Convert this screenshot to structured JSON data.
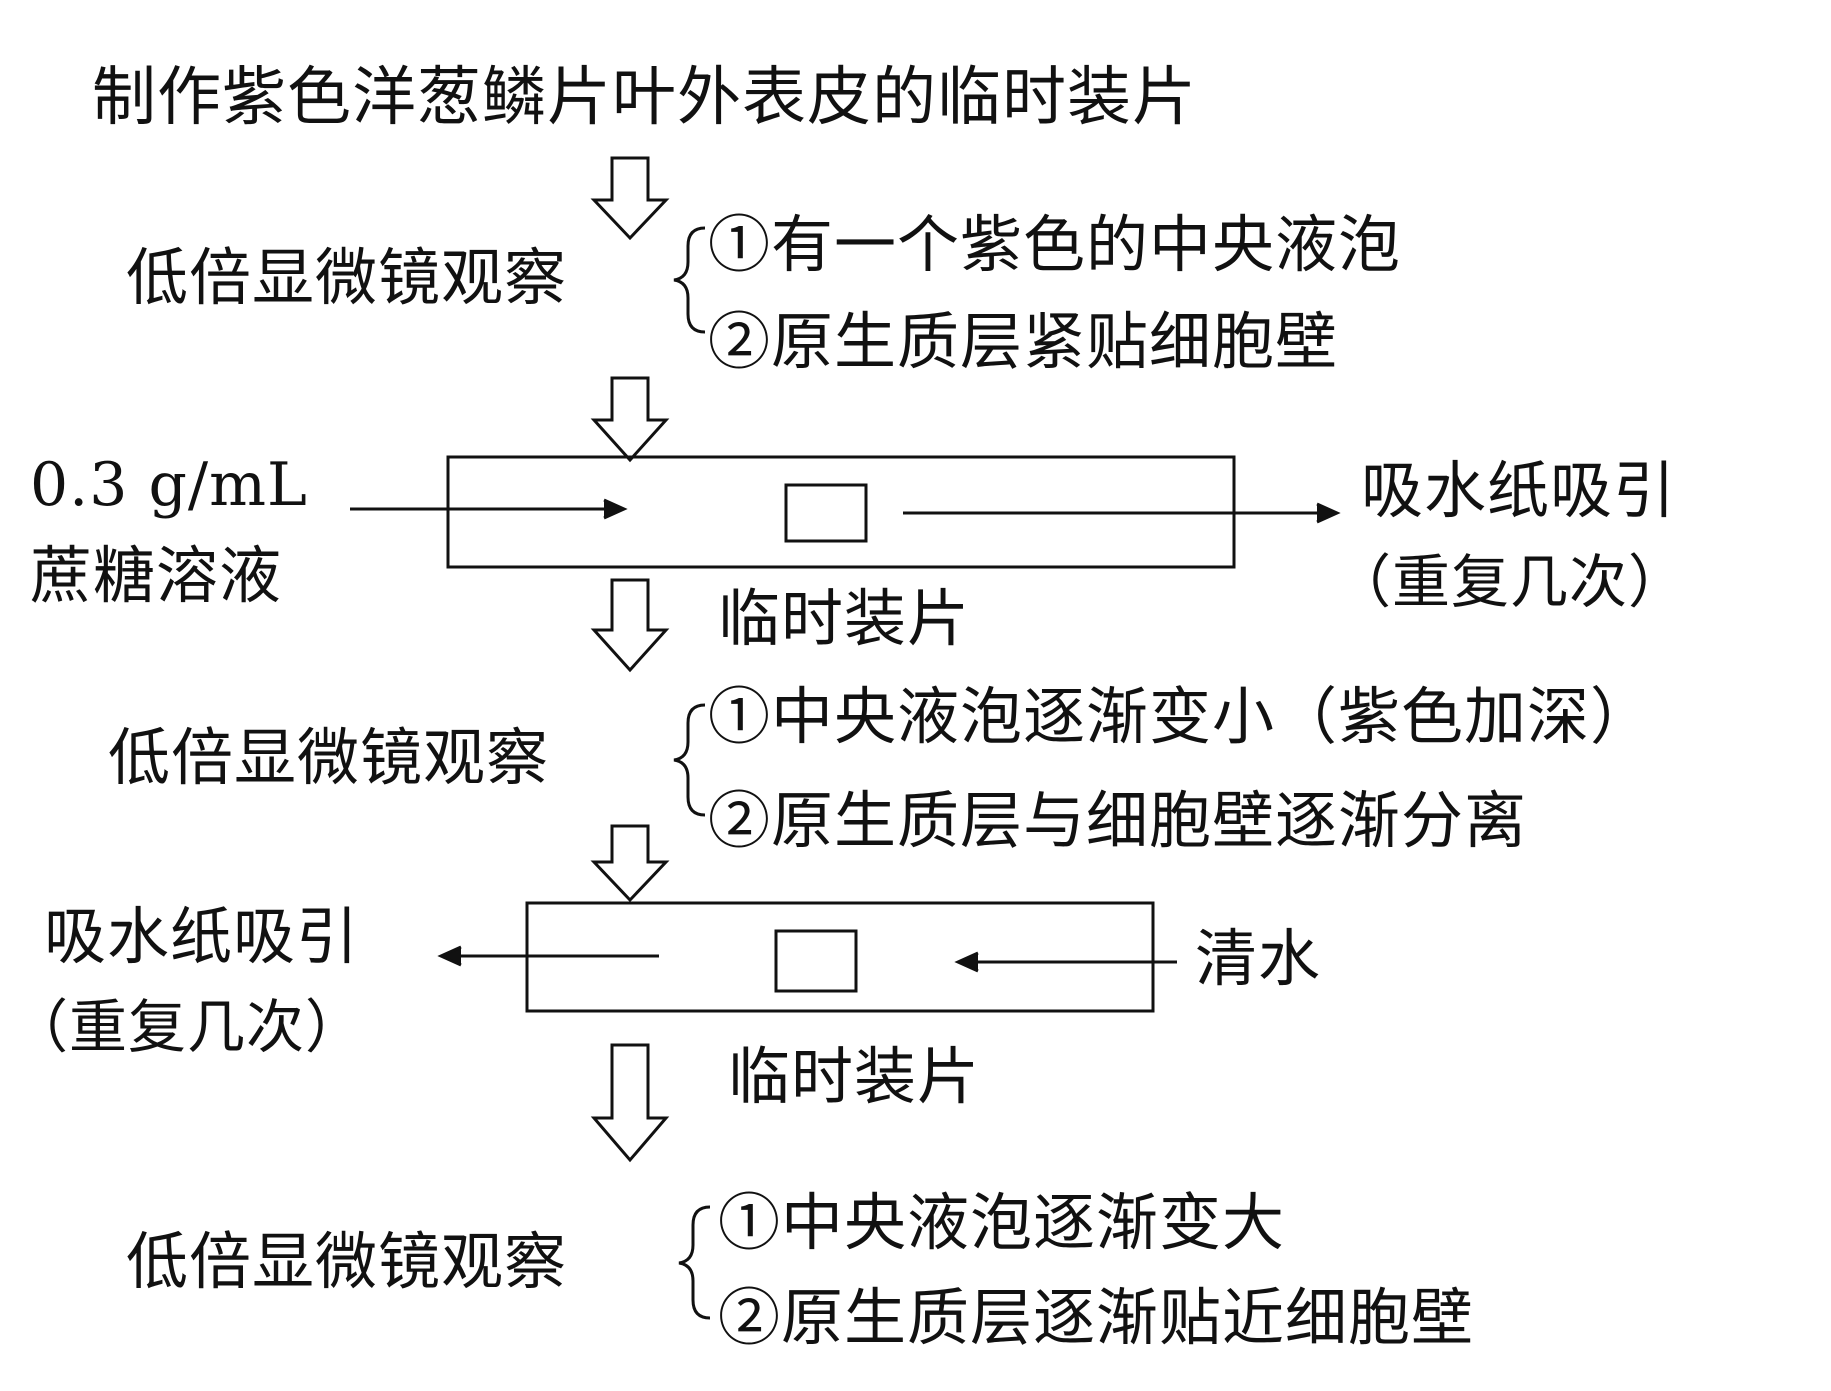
{
  "title": "制作紫色洋葱鳞片叶外表皮的临时装片",
  "step1": {
    "observe_label": "低倍显微镜观察",
    "results": [
      "①有一个紫色的中央液泡",
      "②原生质层紧贴细胞壁"
    ]
  },
  "slide1": {
    "left_reagent_line1": "0.3 g/mL",
    "left_reagent_line2": "蔗糖溶液",
    "right_action_line1": "吸水纸吸引",
    "right_action_line2": "（重复几次）",
    "caption": "临时装片"
  },
  "step2": {
    "observe_label": "低倍显微镜观察",
    "results": [
      "①中央液泡逐渐变小（紫色加深）",
      "②原生质层与细胞壁逐渐分离"
    ]
  },
  "slide2": {
    "left_action_line1": "吸水纸吸引",
    "left_action_line2": "（重复几次）",
    "right_reagent": "清水",
    "caption": "临时装片"
  },
  "step3": {
    "observe_label": "低倍显微镜观察",
    "results": [
      "①中央液泡逐渐变大",
      "②原生质层逐渐贴近细胞壁"
    ]
  }
}
